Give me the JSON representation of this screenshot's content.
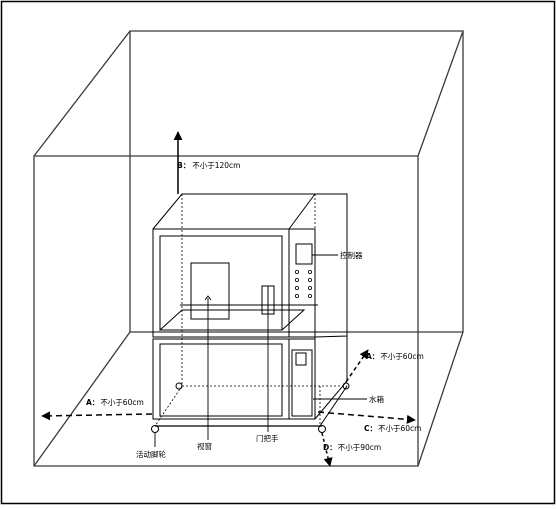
{
  "labels": {
    "controller": "控制器",
    "water_tank": "水箱",
    "window": "视窗",
    "door_handle": "门把手",
    "casters": "活动脚轮"
  },
  "dimensions": {
    "top": {
      "letter": "B：",
      "text": "不小于120cm"
    },
    "left": {
      "letter": "A：",
      "text": "不小于60cm"
    },
    "right_back": {
      "letter": "A：",
      "text": "不小于60cm"
    },
    "right_front": {
      "letter": "C：",
      "text": "不小于60cm"
    },
    "front": {
      "letter": "D：",
      "text": "不小于90cm"
    }
  },
  "colors": {
    "line": "#000000",
    "room_line": "#3a3a3a",
    "background": "#ffffff"
  }
}
